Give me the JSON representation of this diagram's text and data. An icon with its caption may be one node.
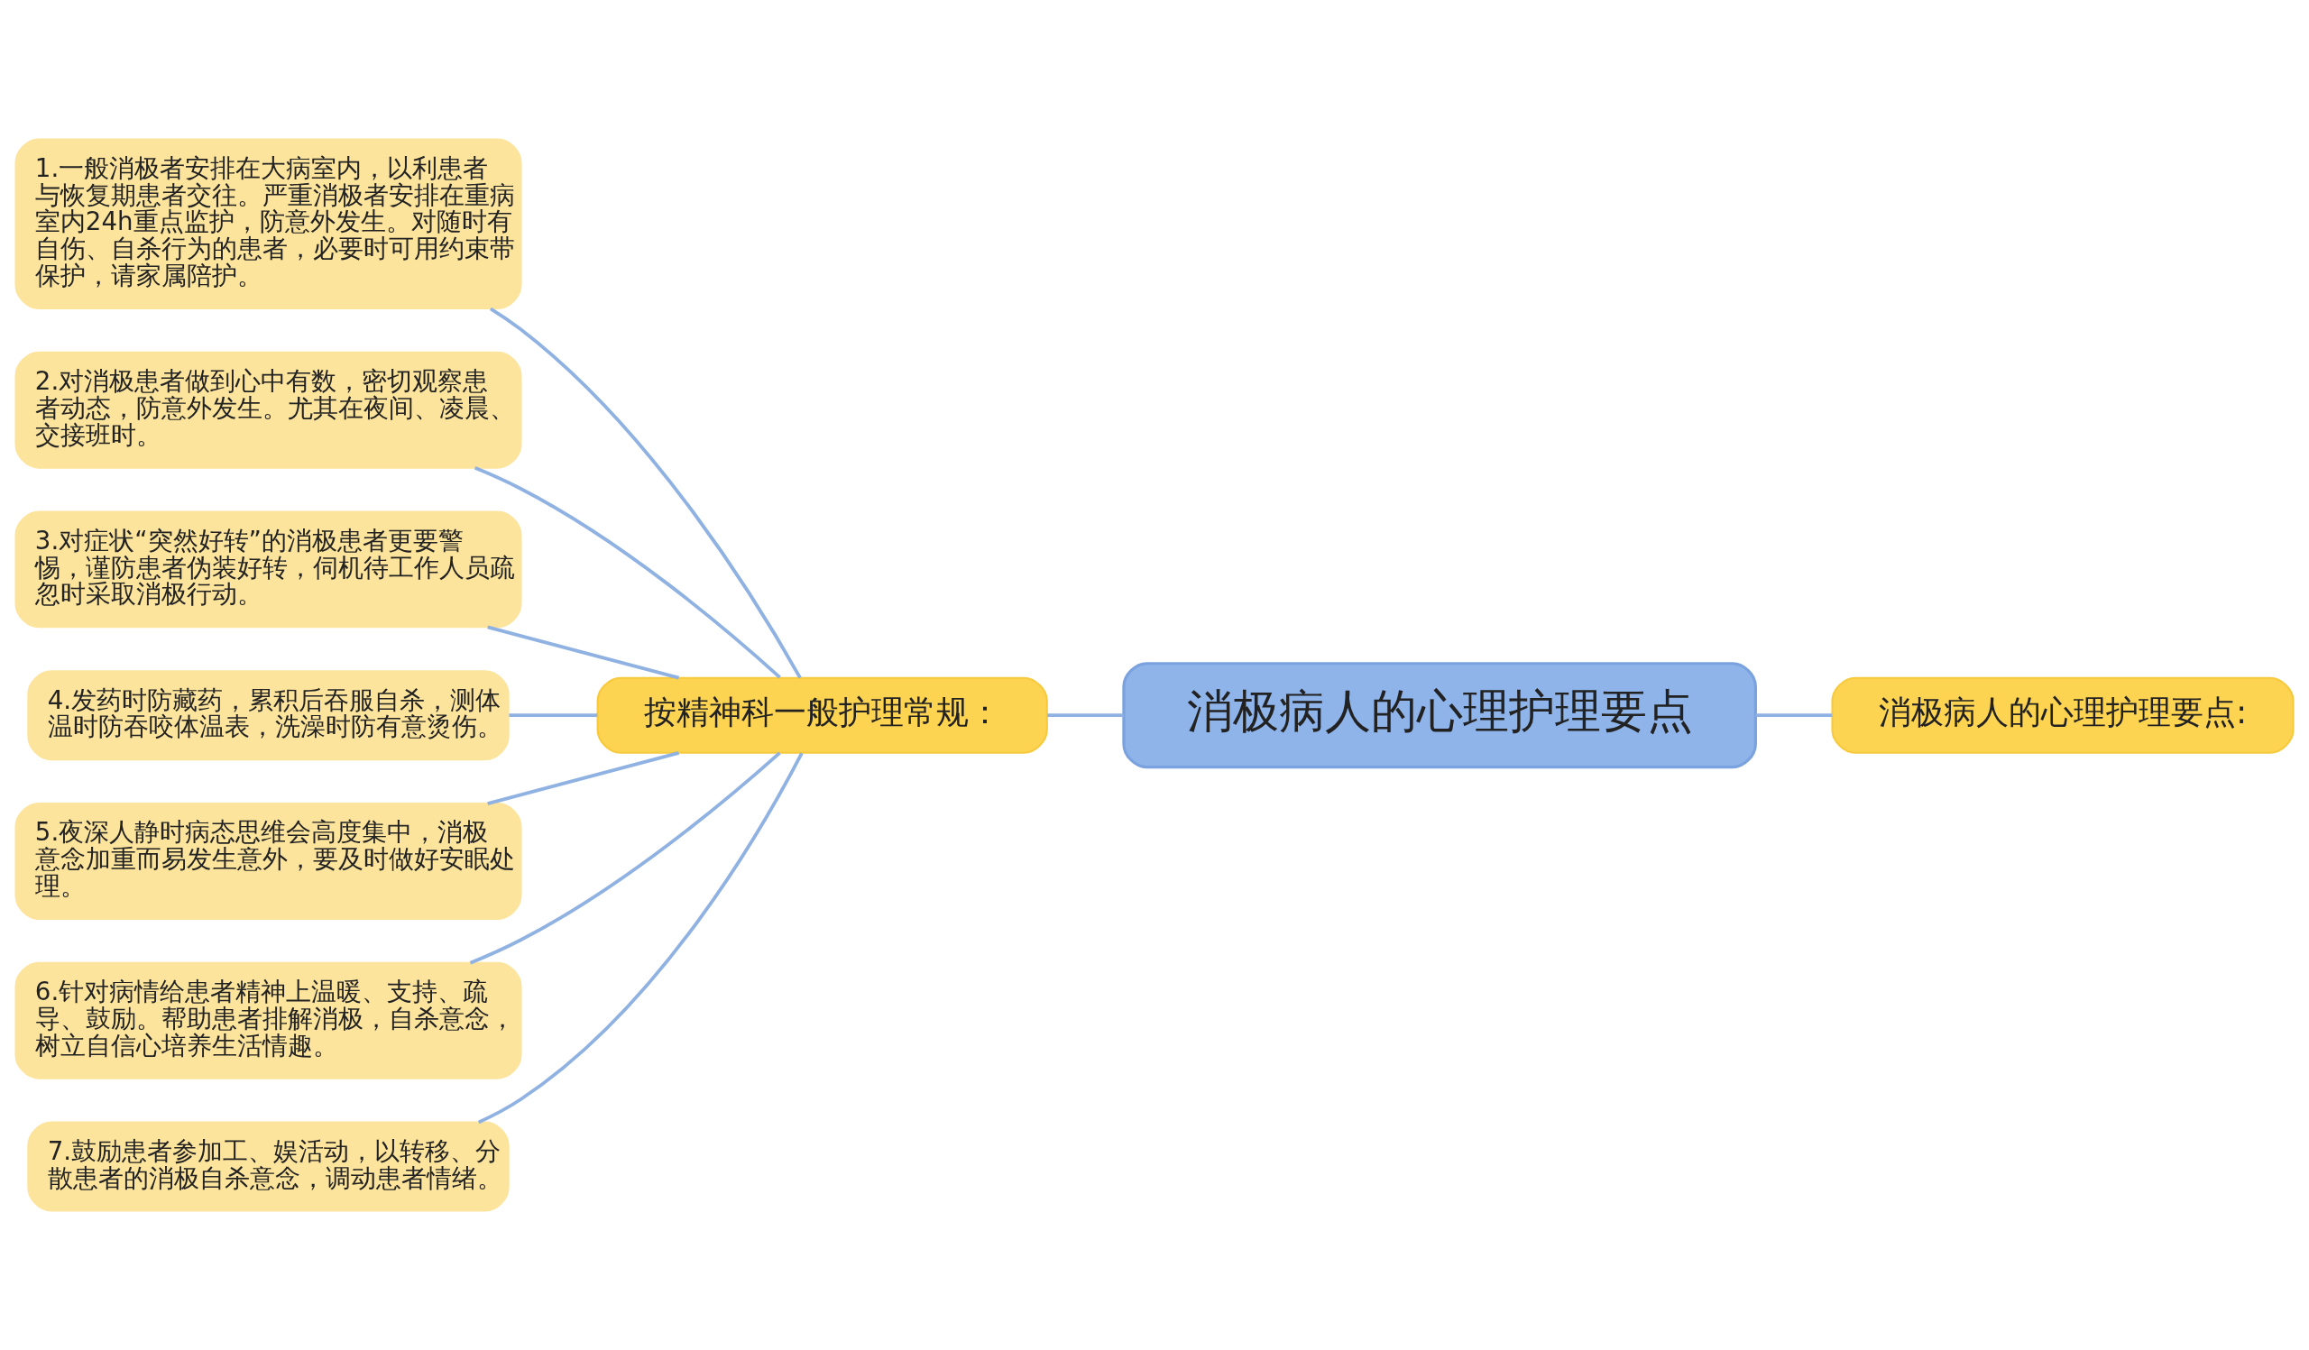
{
  "diagram": {
    "nodes": [
      {
        "text": [
          "消极病人的心理护理要点"
        ]
      },
      {
        "text": [
          "按精神科一般护理常规："
        ]
      },
      {
        "text": [
          "消极病人的心理护理要点:"
        ]
      },
      {
        "text": [
          "1.一般消极者安排在大病室内，以利患者与恢复期患者交往。严重消极者安排在重病室内24h重点监护，防意外发生。对随时有自伤、自杀行为的患者，必要时可用约束带保护，请家属陪护。"
        ]
      },
      {
        "text": [
          "2.对消极患者做到心中有数，密切观察患者动态，防意外发生。尤其在夜间、凌晨、交接班时。"
        ]
      },
      {
        "text": [
          "3.对症状“突然好转”的消极患者更要警惕，谨防患者伪装好转，伺机待工作人员疏忽时采取消极行动。"
        ]
      },
      {
        "text": [
          "4.发药时防藏药，累积后吞服自杀，测体温时防吞咬体温表，洗澡时防有意烫伤。"
        ]
      },
      {
        "text": [
          "5.夜深人静时病态思维会高度集中，消极意念加重而易发生意外，要及时做好安眠处理。"
        ]
      },
      {
        "text": [
          "6.针对病情给患者精神上温暖、支持、疏导、鼓励。帮助患者排解消极，自杀意念，树立自信心培养生活情趣。"
        ]
      },
      {
        "text": [
          "7.鼓励患者参加工、娱活动，以转移、分散患者的消极自杀意念，调动患者情绪。"
        ]
      }
    ],
    "edges": [
      {
        "from": 1,
        "to": 0,
        "arrow": "none"
      },
      {
        "from": 0,
        "to": 2,
        "arrow": "none"
      },
      {
        "from": 3,
        "to": 1,
        "arrow": "none"
      },
      {
        "from": 4,
        "to": 1,
        "arrow": "none"
      },
      {
        "from": 5,
        "to": 1,
        "arrow": "none"
      },
      {
        "from": 6,
        "to": 1,
        "arrow": "none"
      },
      {
        "from": 7,
        "to": 1,
        "arrow": "none"
      },
      {
        "from": 8,
        "to": 1,
        "arrow": "none"
      },
      {
        "from": 9,
        "to": 1,
        "arrow": "none"
      }
    ]
  }
}
